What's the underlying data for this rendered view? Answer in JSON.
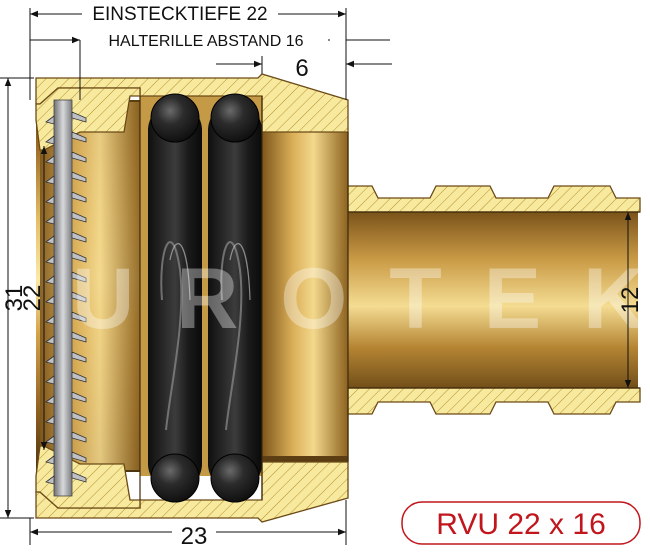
{
  "dimensions": {
    "insertion_depth": "EINSTECKTIEFE 22",
    "groove_distance": "HALTERILLE ABSTAND 16",
    "wall_offset": "6",
    "outer_diameter": "31",
    "inner_diameter": "22",
    "length": "23",
    "hose_bore": "12"
  },
  "watermark": "EUROTEK",
  "product_label": "RVU 22 x 16",
  "colors": {
    "brass_light": "#f6e19a",
    "brass_mid": "#c8963a",
    "brass_dark": "#6b4a17",
    "section_fill": "#f7ea9e",
    "oring": "#1e1e1e",
    "steel": "#a9aaad",
    "label": "#c0161c"
  },
  "icons": [
    "arrow-icon"
  ]
}
